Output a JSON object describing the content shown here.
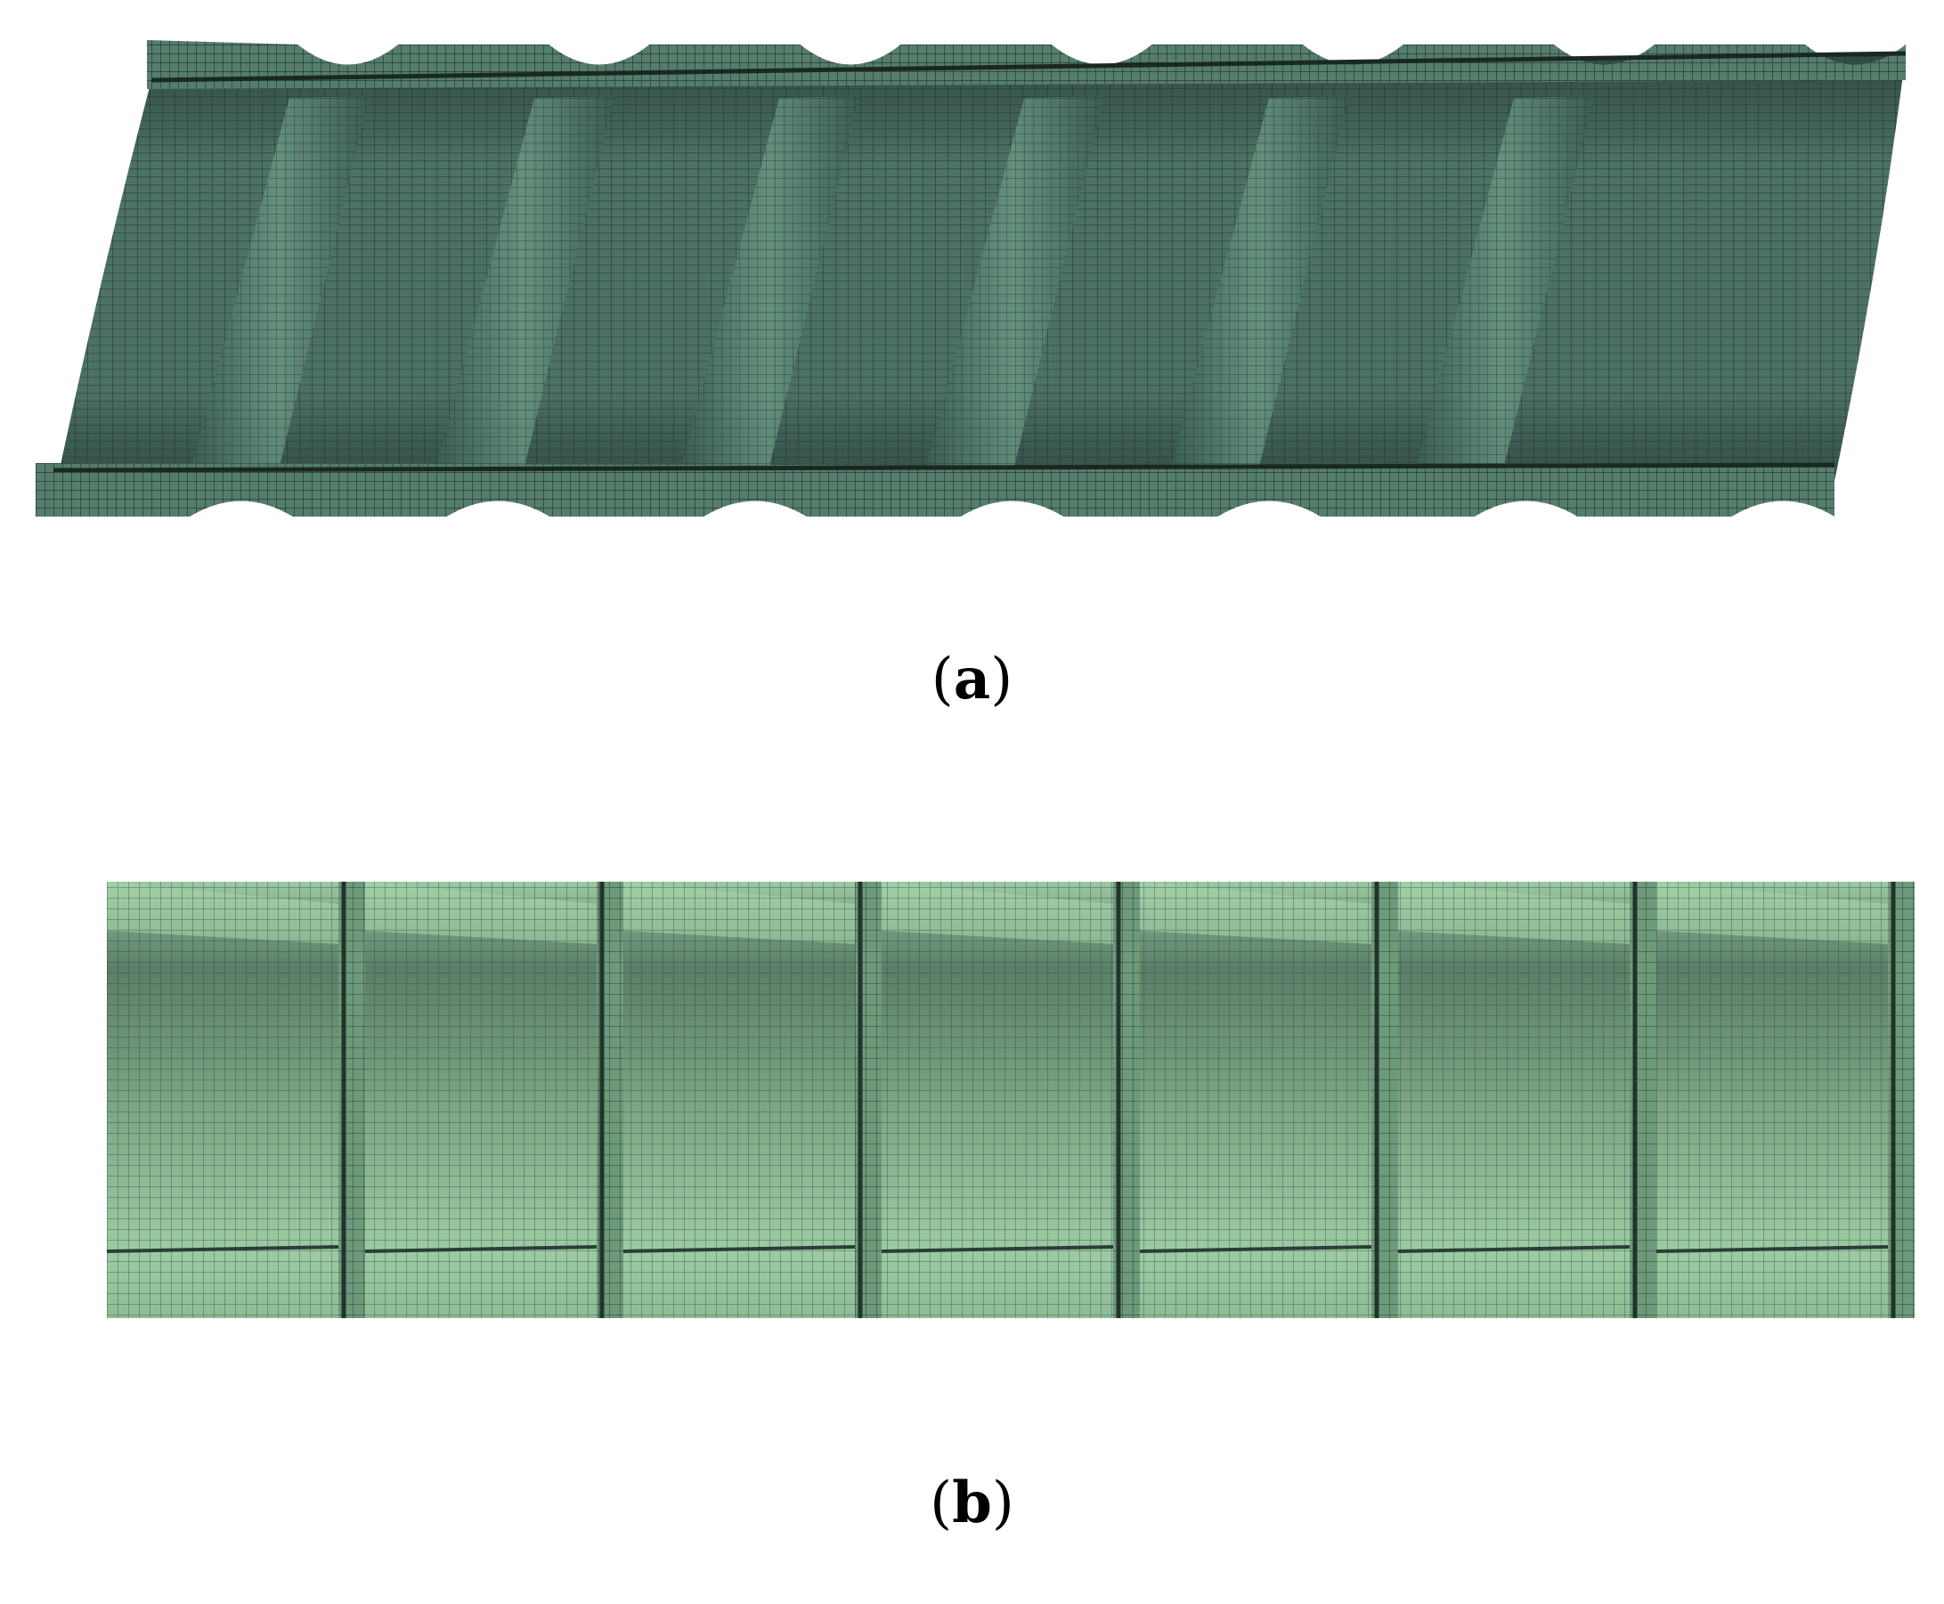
{
  "figure": {
    "panels": [
      {
        "id": "a",
        "caption": "a",
        "ribs": 7,
        "view": "oblique"
      },
      {
        "id": "b",
        "caption": "b",
        "ribs": 7,
        "view": "side"
      }
    ],
    "colors": {
      "background": "#ffffff",
      "mesh_dark": "#3f5f55",
      "mesh_mid": "#5f8a78",
      "mesh_light": "#8fbf98",
      "mesh_line": "#1e2e28"
    }
  }
}
